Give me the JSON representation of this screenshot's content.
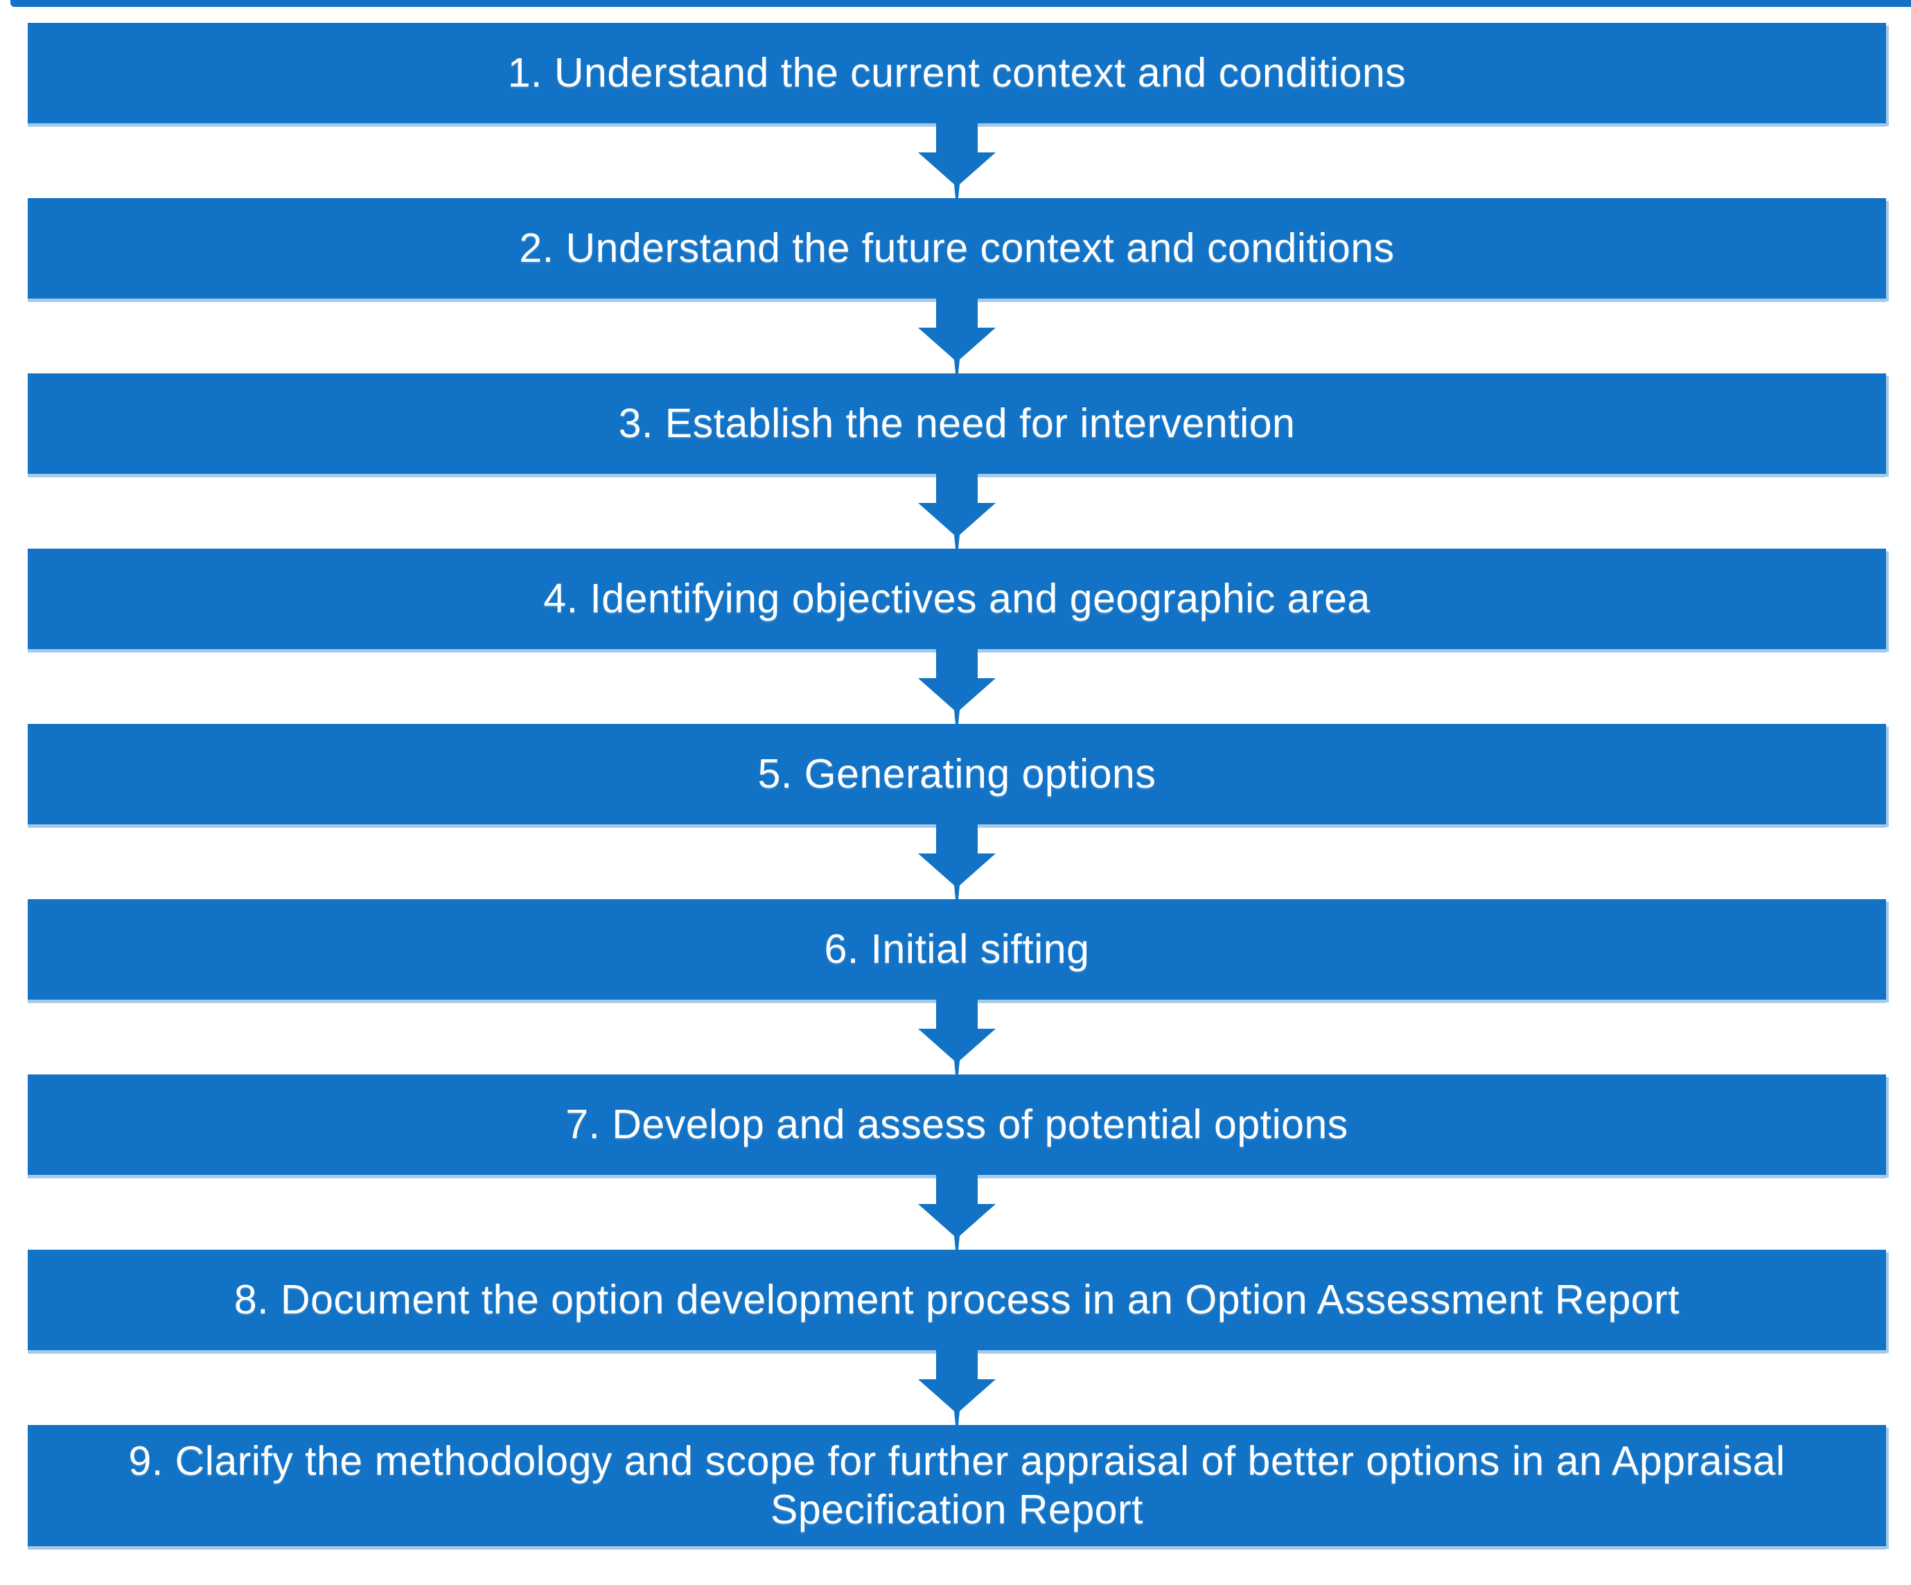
{
  "colors": {
    "accent_blue": "#1272C5",
    "edge_highlight_blue": "#A6CBE9",
    "text_white": "#FFFFFF"
  },
  "flowchart": {
    "connector_icon": "down-arrow-icon",
    "steps": [
      {
        "label": "1. Understand the current context and conditions"
      },
      {
        "label": "2. Understand the future context and conditions"
      },
      {
        "label": "3. Establish the need for intervention"
      },
      {
        "label": "4. Identifying objectives and geographic area"
      },
      {
        "label": "5. Generating options"
      },
      {
        "label": "6. Initial sifting"
      },
      {
        "label": "7. Develop and assess of potential options"
      },
      {
        "label": "8. Document the option development process in an Option Assessment Report"
      },
      {
        "label": "9. Clarify the methodology and scope for further appraisal of better options in an Appraisal Specification Report"
      }
    ]
  }
}
